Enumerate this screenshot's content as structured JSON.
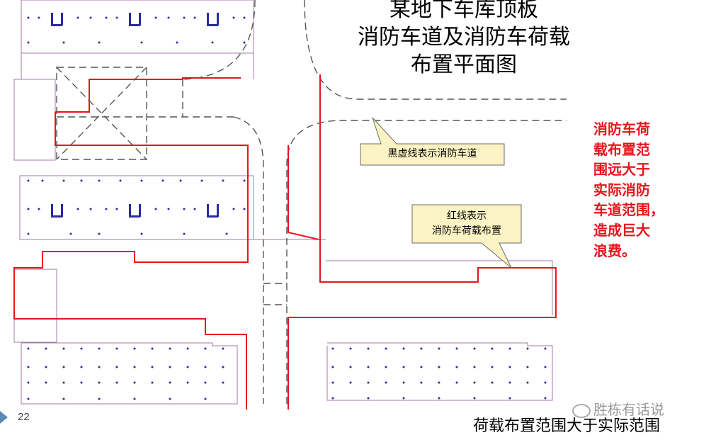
{
  "title_lines": [
    "某地下车库顶板",
    "消防车道及消防车荷载",
    "布置平面图"
  ],
  "red_note_lines": [
    "消防车荷",
    "载布置范",
    "围远大于",
    "实际消防",
    "车道范围，",
    "造成巨大",
    "浪费。"
  ],
  "callout_dashed": "黑虚线表示消防车道",
  "callout_red": [
    "红线表示",
    "消防车荷载布置"
  ],
  "page_number": "22",
  "bottom_caption": "荷载布置范围大于实际范围",
  "watermark": "胜栋有话说",
  "colors": {
    "red_load_line": "#e8141c",
    "building_outline": "#a07aa8",
    "building_dots": "#2c2ca0",
    "callout_fill": "#fbf3c3",
    "dashed_road": "#555555"
  }
}
